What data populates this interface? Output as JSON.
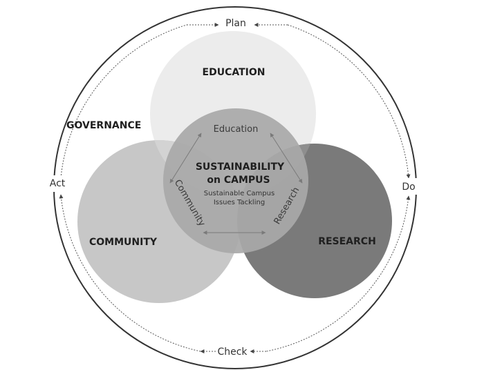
{
  "cycle": {
    "top": "Plan",
    "right": "Do",
    "bottom": "Check",
    "left": "Act"
  },
  "outer_label": "GOVERNANCE",
  "circles": {
    "top": {
      "label": "EDUCATION",
      "color": "#ececec"
    },
    "left": {
      "label": "COMMUNITY",
      "color": "#c7c7c7"
    },
    "right": {
      "label": "RESEARCH",
      "color": "#7a7a7a"
    }
  },
  "triangle_labels": {
    "top": "Education",
    "left": "Community",
    "right": "Research"
  },
  "center": {
    "title_line1": "SUSTAINABILITY",
    "title_line2": "on CAMPUS",
    "sub_line1": "Sustainable Campus",
    "sub_line2": "Issues Tackling"
  },
  "colors": {
    "outer_ring": "#333333",
    "center_fill": "#a8a8a8"
  }
}
